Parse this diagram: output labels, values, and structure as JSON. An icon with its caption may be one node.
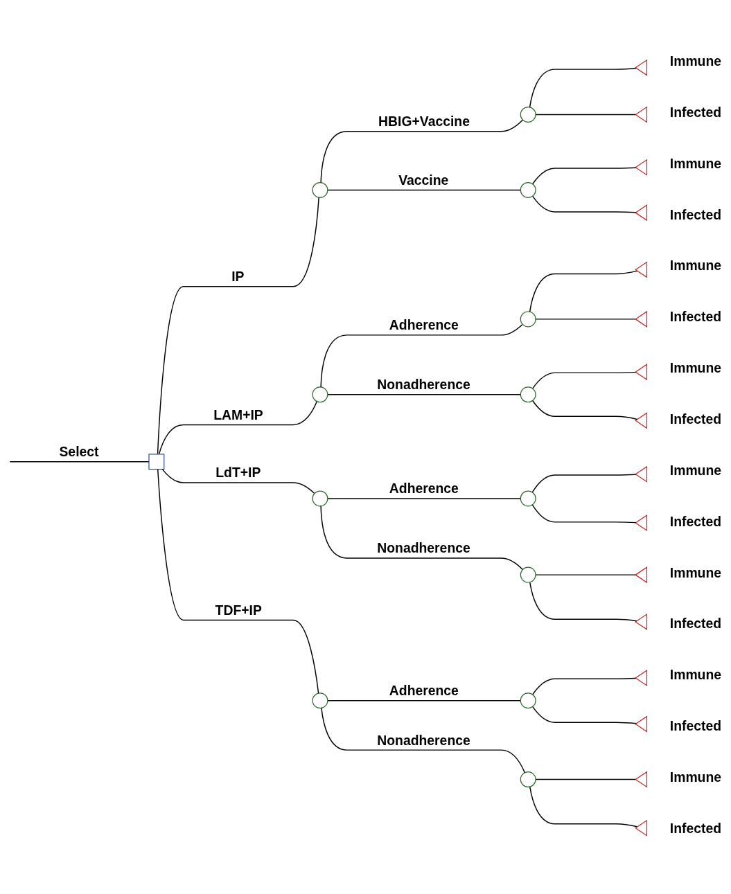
{
  "diagram": {
    "nodes": [
      {
        "text": [],
        "shape": "box"
      },
      {
        "text": [],
        "shape": "circle"
      },
      {
        "text": [],
        "shape": "circle"
      },
      {
        "text": [],
        "shape": "circle"
      },
      {
        "text": [],
        "shape": "circle"
      },
      {
        "text": [],
        "shape": "circle"
      },
      {
        "text": [],
        "shape": "circle"
      },
      {
        "text": [],
        "shape": "circle"
      },
      {
        "text": [],
        "shape": "circle"
      },
      {
        "text": [],
        "shape": "circle"
      },
      {
        "text": [],
        "shape": "circle"
      },
      {
        "text": [],
        "shape": "circle"
      },
      {
        "text": [],
        "shape": "circle"
      },
      {
        "text": [],
        "shape": "triangle",
        "beside": [
          "Immune"
        ]
      },
      {
        "text": [],
        "shape": "triangle",
        "beside": [
          "Infected"
        ]
      },
      {
        "text": [],
        "shape": "triangle",
        "beside": [
          "Immune"
        ]
      },
      {
        "text": [],
        "shape": "triangle",
        "beside": [
          "Infected"
        ]
      },
      {
        "text": [],
        "shape": "triangle",
        "beside": [
          "Immune"
        ]
      },
      {
        "text": [],
        "shape": "triangle",
        "beside": [
          "Infected"
        ]
      },
      {
        "text": [],
        "shape": "triangle",
        "beside": [
          "Immune"
        ]
      },
      {
        "text": [],
        "shape": "triangle",
        "beside": [
          "Infected"
        ]
      },
      {
        "text": [],
        "shape": "triangle",
        "beside": [
          "Immune"
        ]
      },
      {
        "text": [],
        "shape": "triangle",
        "beside": [
          "Infected"
        ]
      },
      {
        "text": [],
        "shape": "triangle",
        "beside": [
          "Immune"
        ]
      },
      {
        "text": [],
        "shape": "triangle",
        "beside": [
          "Infected"
        ]
      },
      {
        "text": [],
        "shape": "triangle",
        "beside": [
          "Immune"
        ]
      },
      {
        "text": [],
        "shape": "triangle",
        "beside": [
          "Infected"
        ]
      },
      {
        "text": [],
        "shape": "triangle",
        "beside": [
          "Immune"
        ]
      },
      {
        "text": [],
        "shape": "triangle",
        "beside": [
          "Infected"
        ]
      }
    ],
    "edges": [
      {
        "from": null,
        "to": 0,
        "arrow": "none",
        "label": "Select"
      },
      {
        "from": 0,
        "to": 1,
        "arrow": "none",
        "label": "IP"
      },
      {
        "from": 0,
        "to": 2,
        "arrow": "none",
        "label": "LAM+IP"
      },
      {
        "from": 0,
        "to": 3,
        "arrow": "none",
        "label": "LdT+IP"
      },
      {
        "from": 0,
        "to": 4,
        "arrow": "none",
        "label": "TDF+IP"
      },
      {
        "from": 1,
        "to": 5,
        "arrow": "none",
        "label": "HBIG+Vaccine"
      },
      {
        "from": 1,
        "to": 6,
        "arrow": "none",
        "label": "Vaccine"
      },
      {
        "from": 2,
        "to": 7,
        "arrow": "none",
        "label": "Adherence"
      },
      {
        "from": 2,
        "to": 8,
        "arrow": "none",
        "label": "Nonadherence"
      },
      {
        "from": 3,
        "to": 9,
        "arrow": "none",
        "label": "Adherence"
      },
      {
        "from": 3,
        "to": 10,
        "arrow": "none",
        "label": "Nonadherence"
      },
      {
        "from": 4,
        "to": 11,
        "arrow": "none",
        "label": "Adherence"
      },
      {
        "from": 4,
        "to": 12,
        "arrow": "none",
        "label": "Nonadherence"
      },
      {
        "from": 5,
        "to": 13,
        "arrow": "none"
      },
      {
        "from": 5,
        "to": 14,
        "arrow": "none"
      },
      {
        "from": 6,
        "to": 15,
        "arrow": "none"
      },
      {
        "from": 6,
        "to": 16,
        "arrow": "none"
      },
      {
        "from": 7,
        "to": 17,
        "arrow": "none"
      },
      {
        "from": 7,
        "to": 18,
        "arrow": "none"
      },
      {
        "from": 8,
        "to": 19,
        "arrow": "none"
      },
      {
        "from": 8,
        "to": 20,
        "arrow": "none"
      },
      {
        "from": 9,
        "to": 21,
        "arrow": "none"
      },
      {
        "from": 9,
        "to": 22,
        "arrow": "none"
      },
      {
        "from": 10,
        "to": 23,
        "arrow": "none"
      },
      {
        "from": 10,
        "to": 24,
        "arrow": "none"
      },
      {
        "from": 11,
        "to": 25,
        "arrow": "none"
      },
      {
        "from": 11,
        "to": 26,
        "arrow": "none"
      },
      {
        "from": 12,
        "to": 27,
        "arrow": "none"
      },
      {
        "from": 12,
        "to": 28,
        "arrow": "none"
      }
    ]
  }
}
